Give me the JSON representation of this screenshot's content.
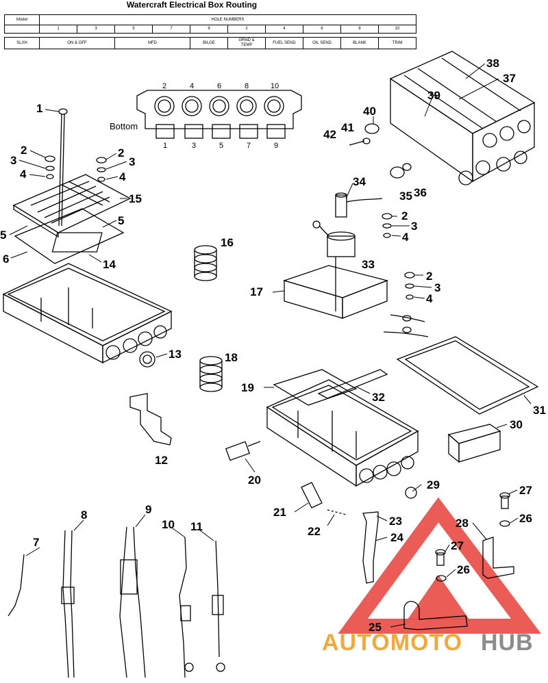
{
  "title": "Watercraft Electrical Box Routing",
  "routing_table": {
    "model_header": "Model",
    "hole_numbers_header": "HOLE NUMBERS",
    "hole_numbers": [
      "1",
      "3",
      "5",
      "7",
      "9",
      "2",
      "4",
      "6",
      "8",
      "10"
    ],
    "model": "SLXH",
    "assignments": [
      "ON & OFF",
      "MFD",
      "BILGE",
      "GRND &\nTEMP",
      "FUEL SEND",
      "OIL SEND",
      "BLANK",
      "TRIM"
    ]
  },
  "bottom_view": {
    "label": "Bottom",
    "top_numbers": [
      "2",
      "4",
      "6",
      "8",
      "10"
    ],
    "bottom_numbers": [
      "1",
      "3",
      "5",
      "7",
      "9"
    ]
  },
  "callouts": [
    {
      "id": "c1",
      "text": "1"
    },
    {
      "id": "c2a",
      "text": "2"
    },
    {
      "id": "c3a",
      "text": "3"
    },
    {
      "id": "c4a",
      "text": "4"
    },
    {
      "id": "c2b",
      "text": "2"
    },
    {
      "id": "c3b",
      "text": "3"
    },
    {
      "id": "c4b",
      "text": "4"
    },
    {
      "id": "c15",
      "text": "15"
    },
    {
      "id": "c5a",
      "text": "5"
    },
    {
      "id": "c5b",
      "text": "5"
    },
    {
      "id": "c6",
      "text": "6"
    },
    {
      "id": "c14",
      "text": "14"
    },
    {
      "id": "c16",
      "text": "16"
    },
    {
      "id": "c13",
      "text": "13"
    },
    {
      "id": "c18",
      "text": "18"
    },
    {
      "id": "c12",
      "text": "12"
    },
    {
      "id": "c34",
      "text": "34"
    },
    {
      "id": "c2c",
      "text": "2"
    },
    {
      "id": "c3c",
      "text": "3"
    },
    {
      "id": "c4c",
      "text": "4"
    },
    {
      "id": "c33",
      "text": "33"
    },
    {
      "id": "c17",
      "text": "17"
    },
    {
      "id": "c2d",
      "text": "2"
    },
    {
      "id": "c3d",
      "text": "3"
    },
    {
      "id": "c4d",
      "text": "4"
    },
    {
      "id": "c38",
      "text": "38"
    },
    {
      "id": "c37",
      "text": "37"
    },
    {
      "id": "c40",
      "text": "40"
    },
    {
      "id": "c39",
      "text": "39"
    },
    {
      "id": "c41",
      "text": "41"
    },
    {
      "id": "c42",
      "text": "42"
    },
    {
      "id": "c35",
      "text": "35"
    },
    {
      "id": "c36",
      "text": "36"
    },
    {
      "id": "c19",
      "text": "19"
    },
    {
      "id": "c32",
      "text": "32"
    },
    {
      "id": "c31",
      "text": "31"
    },
    {
      "id": "c30",
      "text": "30"
    },
    {
      "id": "c20",
      "text": "20"
    },
    {
      "id": "c29",
      "text": "29"
    },
    {
      "id": "c21",
      "text": "21"
    },
    {
      "id": "c22",
      "text": "22"
    },
    {
      "id": "c23",
      "text": "23"
    },
    {
      "id": "c24",
      "text": "24"
    },
    {
      "id": "c27a",
      "text": "27"
    },
    {
      "id": "c26a",
      "text": "26"
    },
    {
      "id": "c28",
      "text": "28"
    },
    {
      "id": "c27b",
      "text": "27"
    },
    {
      "id": "c26b",
      "text": "26"
    },
    {
      "id": "c25",
      "text": "25"
    },
    {
      "id": "c7",
      "text": "7"
    },
    {
      "id": "c8",
      "text": "8"
    },
    {
      "id": "c9",
      "text": "9"
    },
    {
      "id": "c10",
      "text": "10"
    },
    {
      "id": "c11",
      "text": "11"
    }
  ],
  "watermark": {
    "part_a": "AUTOMOTO",
    "part_b": "HUB",
    "color_a": "#f2a93b",
    "color_b": "#8c8c8c",
    "triangle_color": "#e8403a"
  }
}
